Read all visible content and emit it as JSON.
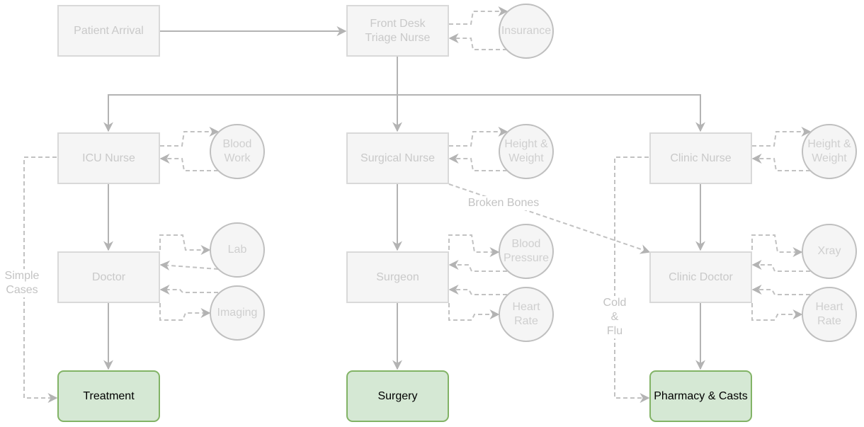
{
  "colors": {
    "faded_fill": "#f5f5f5",
    "faded_stroke": "#d9d9d9",
    "faded_text": "#c9c9c9",
    "final_fill": "#d5e8d4",
    "final_stroke": "#82b366",
    "edge": "#b3b3b3"
  },
  "nodes": {
    "patient_arrival": "Patient Arrival",
    "front_desk": "Front Desk\nTriage Nurse",
    "insurance": "Insurance",
    "icu_nurse": "ICU Nurse",
    "blood_work": "Blood\nWork",
    "surgical_nurse": "Surgical Nurse",
    "height_weight_1": "Height &\nWeight",
    "clinic_nurse": "Clinic Nurse",
    "height_weight_2": "Height &\nWeight",
    "doctor": "Doctor",
    "lab": "Lab",
    "imaging": "Imaging",
    "surgeon": "Surgeon",
    "blood_pressure": "Blood\nPressure",
    "heart_rate_1": "Heart\nRate",
    "clinic_doctor": "Clinic Doctor",
    "xray": "Xray",
    "heart_rate_2": "Heart\nRate",
    "treatment": "Treatment",
    "surgery": "Surgery",
    "pharmacy": "Pharmacy & Casts"
  },
  "edge_labels": {
    "simple_cases": "Simple\nCases",
    "broken_bones": "Broken Bones",
    "cold_flu": "Cold\n&\nFlu"
  }
}
